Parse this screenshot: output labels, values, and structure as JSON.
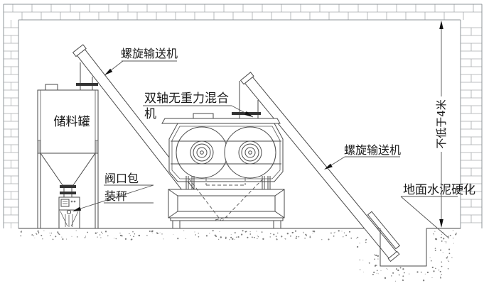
{
  "labels": {
    "conveyor1": {
      "text": "螺旋输送机"
    },
    "mixer": {
      "line1": "双轴无重力混合",
      "line2": "机"
    },
    "tank": {
      "text": "储料罐"
    },
    "packer": {
      "line1": "阀口包",
      "line2": "装秤"
    },
    "conveyor2": {
      "text": "螺旋输送机"
    },
    "ground_note": {
      "text": "地面水泥硬化"
    },
    "dimension": {
      "text": "不低于4米"
    }
  },
  "colors": {
    "line": "#4a4a4a",
    "annotation": "#555555",
    "brick": "#a6aaad",
    "speckle": "#666666",
    "text": "#1a1a1a",
    "flange_fill": "#333333",
    "background": "#ffffff"
  }
}
